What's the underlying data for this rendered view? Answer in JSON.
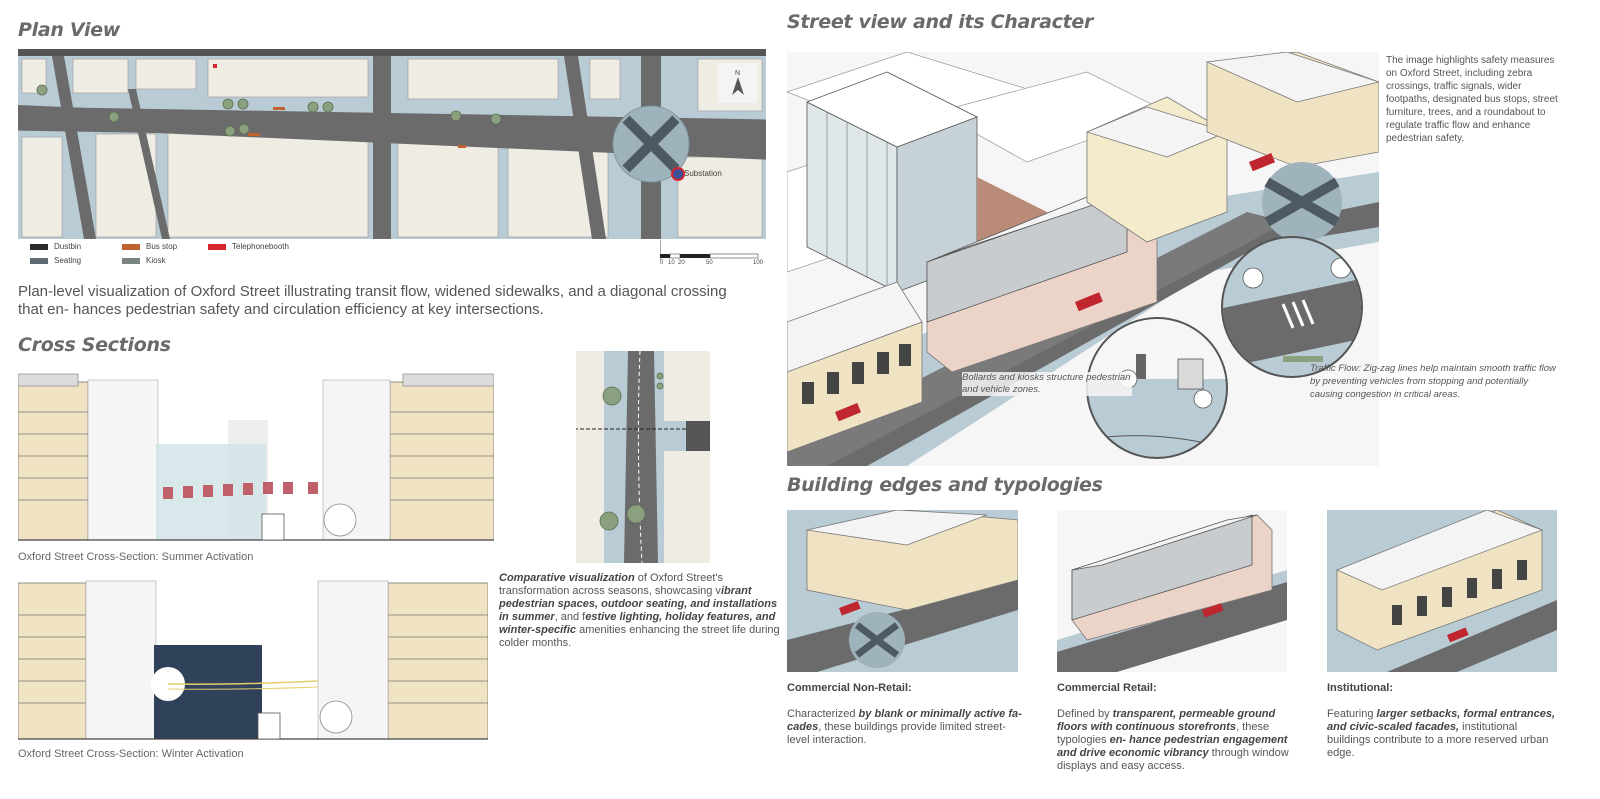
{
  "plan": {
    "heading": "Plan View",
    "substation_label": "Substation",
    "legend": [
      {
        "label": "Dustbin",
        "color": "#2b2b2b"
      },
      {
        "label": "Seating",
        "color": "#5f6b73"
      },
      {
        "label": "Bus stop",
        "color": "#c0622f"
      },
      {
        "label": "Kiosk",
        "color": "#7a8580"
      },
      {
        "label": "Telephonebooth",
        "color": "#d7262f"
      }
    ],
    "scale_ticks": [
      "0",
      "10",
      "20",
      "50",
      "100"
    ],
    "north": "N",
    "description": "Plan-level visualization of Oxford Street illustrating transit flow, widened sidewalks, and a diagonal crossing that en- hances pedestrian safety and circulation efficiency at key intersections."
  },
  "sections": {
    "heading": "Cross Sections",
    "summer_caption": "Oxford Street Cross-Section: Summer Activation",
    "winter_caption": "Oxford Street Cross-Section: Winter Activation",
    "comparison": {
      "lead": "Comparative visualization",
      "t1": " of Oxford Street's transformation across seasons, showcasing v",
      "b1": "ibrant pedestrian spaces, outdoor seating, and installations in summer",
      "t2": ", and f",
      "b2": "estive lighting, holiday features, and winter-specific",
      "t3": " amenities enhancing the street life during colder months."
    }
  },
  "street": {
    "heading": "Street view and its Character",
    "description": "The image highlights safety measures on Oxford Street, including zebra crossings, traffic signals, wider footpaths, designated bus stops, street furniture, trees, and a roundabout to regulate traffic flow and enhance pedestrian safety.",
    "bollards_note": "Bollards and kiosks structure pedestrian and vehicle zones.",
    "traffic_note": "Traffic Flow: Zig-zag lines help maintain smooth traffic flow by preventing vehicles from stopping and potentially causing congestion in critical areas."
  },
  "edges": {
    "heading": "Building edges and typologies",
    "items": [
      {
        "title": "Commercial Non-Retail:",
        "pre": "Characterized ",
        "em": "by blank or minimally active fa- cades",
        "post": ", these buildings provide limited street-level interaction.",
        "em2": "",
        "post2": ""
      },
      {
        "title": "Commercial Retail:",
        "pre": "Defined by ",
        "em": "transparent, permeable ground floors with continuous storefronts",
        "post": ", these typologies ",
        "em2": "en- hance pedestrian engagement and drive economic vibrancy",
        "post2": " through window displays and easy access."
      },
      {
        "title": "Institutional:",
        "pre": "Featuring ",
        "em": "larger setbacks, formal entrances, and civic-scaled facades,",
        "post": " institutional buildings contribute to a more reserved urban edge.",
        "em2": "",
        "post2": ""
      }
    ]
  },
  "colors": {
    "street": "#6b6b6b",
    "sidewalk": "#b9cbd4",
    "building": "#efece4",
    "heading": "#6a6a6a",
    "beige": "#efe3c4",
    "pink": "#ecd3c7",
    "bus_red": "#c0262d"
  }
}
